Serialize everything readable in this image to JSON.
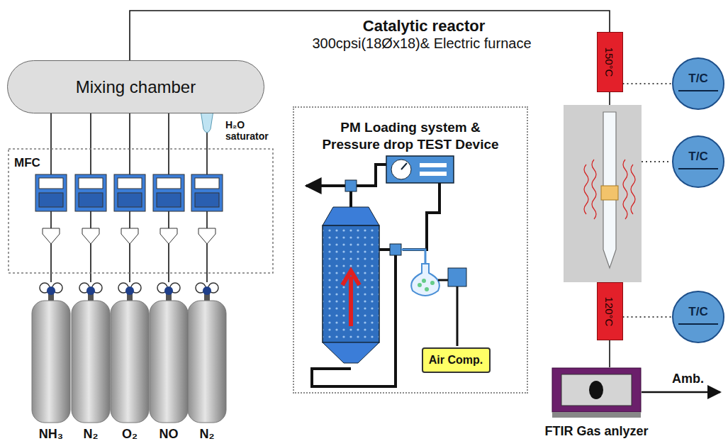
{
  "diagram": {
    "nodes": [
      {
        "text": [
          "Mixing chamber"
        ]
      },
      {
        "text": [
          "PM Loading system & Pressure drop TEST Device"
        ]
      },
      {
        "text": [
          "Air Comp."
        ],
        "in": 1
      },
      {
        "text": [
          "150°C"
        ]
      },
      {
        "text": [
          "T/C"
        ]
      },
      {
        "text": [
          "T/C"
        ]
      },
      {
        "text": [
          "120°C"
        ]
      },
      {
        "text": [
          "T/C"
        ]
      },
      {
        "text": [
          "NH₃"
        ]
      },
      {
        "text": [
          "N₂"
        ]
      },
      {
        "text": [
          "O₂"
        ]
      },
      {
        "text": [
          "NO"
        ]
      },
      {
        "text": [
          "N₂"
        ]
      },
      {
        "text": [
          "FTIR Gas anlyzer"
        ]
      }
    ],
    "edges": [
      {
        "from": 8,
        "to": 0,
        "arrow": "none"
      },
      {
        "from": 9,
        "to": 0,
        "arrow": "none"
      },
      {
        "from": 10,
        "to": 0,
        "arrow": "none"
      },
      {
        "from": 11,
        "to": 0,
        "arrow": "none"
      },
      {
        "from": 12,
        "to": 0,
        "arrow": "none"
      },
      {
        "from": 0,
        "to": 3,
        "arrow": "none"
      },
      {
        "from": 3,
        "to": 6,
        "arrow": "none"
      },
      {
        "from": 6,
        "to": 13,
        "arrow": "none"
      },
      {
        "from": 3,
        "to": 4,
        "arrow": "none"
      },
      {
        "from": 6,
        "to": 7,
        "arrow": "none"
      }
    ],
    "labels": [
      "Catalytic reactor",
      "300cpsi(18Øx18)& Electric furnace",
      "MFC",
      "H₂O saturator",
      "Amb."
    ]
  }
}
